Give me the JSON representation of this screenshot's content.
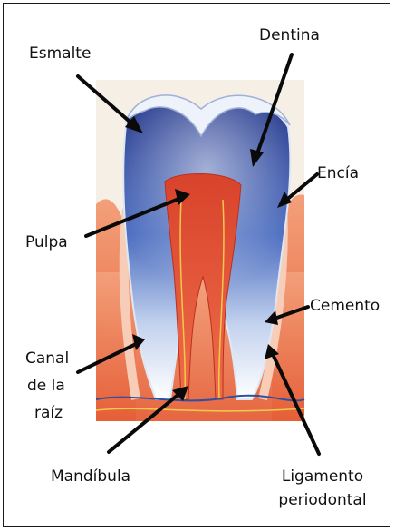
{
  "labels": {
    "esmalte": "Esmalte",
    "dentina": "Dentina",
    "encia": "Encía",
    "pulpa": "Pulpa",
    "cemento": "Cemento",
    "canal_line1": "Canal",
    "canal_line2": "de la",
    "canal_line3": "raíz",
    "mandibula": "Mandíbula",
    "ligamento_line1": "Ligamento",
    "ligamento_line2": "periodontal"
  },
  "colors": {
    "enamel": "#eef3fb",
    "dentin_dark": "#1e3a8f",
    "dentin_light": "#c9d6ee",
    "pulp": "#e8583a",
    "gum": "#e96a45",
    "bone": "#f08a5e",
    "nerve": "#2f4fa0",
    "vessel": "#f2c94c",
    "arrow": "#0a0a0a"
  }
}
